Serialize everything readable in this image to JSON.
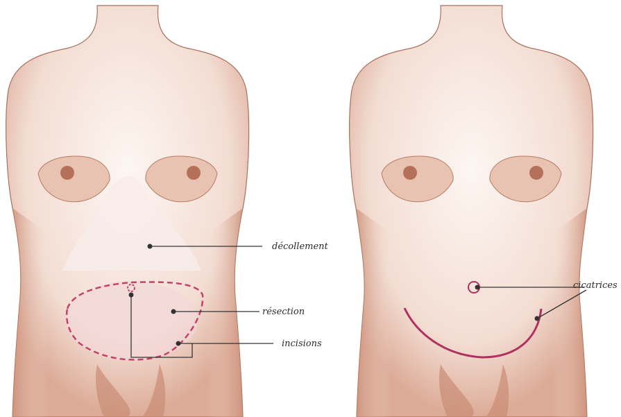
{
  "labels": {
    "decollement": "décollement",
    "resection": "résection",
    "incisions": "incisions",
    "cicatrices": "cicatrices"
  },
  "colors": {
    "skin_light": "#fbf3ef",
    "skin_shade": "#d9a48f",
    "skin_dark": "#b7735c",
    "outline": "#8a5b4b",
    "incision": "#c2426a",
    "scar": "#b03060",
    "leader": "#333333"
  }
}
